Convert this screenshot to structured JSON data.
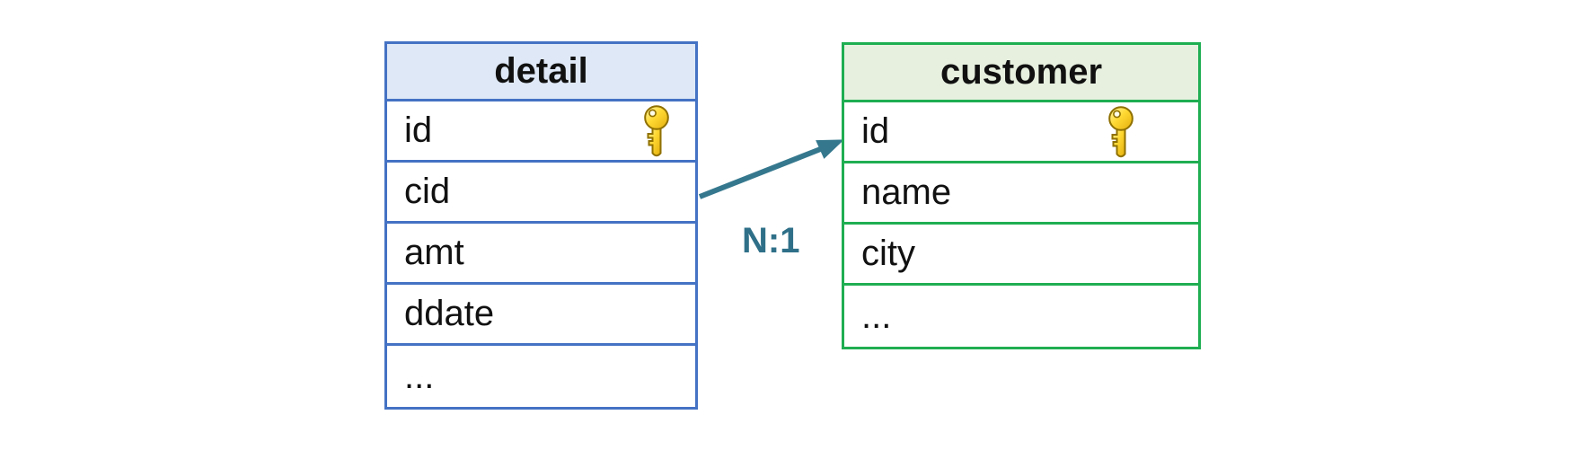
{
  "diagram": {
    "tables": [
      {
        "name": "detail",
        "border_color": "#4472C4",
        "header_bg": "#DEE8F6",
        "rows": [
          {
            "label": "id",
            "icon": "primary-key"
          },
          {
            "label": "cid"
          },
          {
            "label": "amt"
          },
          {
            "label": "ddate"
          },
          {
            "label": "..."
          }
        ]
      },
      {
        "name": "customer",
        "border_color": "#1FAE52",
        "header_bg": "#E7F0DF",
        "rows": [
          {
            "label": "id",
            "icon": "primary-key"
          },
          {
            "label": "name"
          },
          {
            "label": "city"
          },
          {
            "label": "..."
          }
        ]
      }
    ],
    "relationship": {
      "label": "N:1",
      "color": "#35788E",
      "from": "detail.cid",
      "to": "customer.id"
    },
    "key_icon_color": "#FFD933"
  }
}
